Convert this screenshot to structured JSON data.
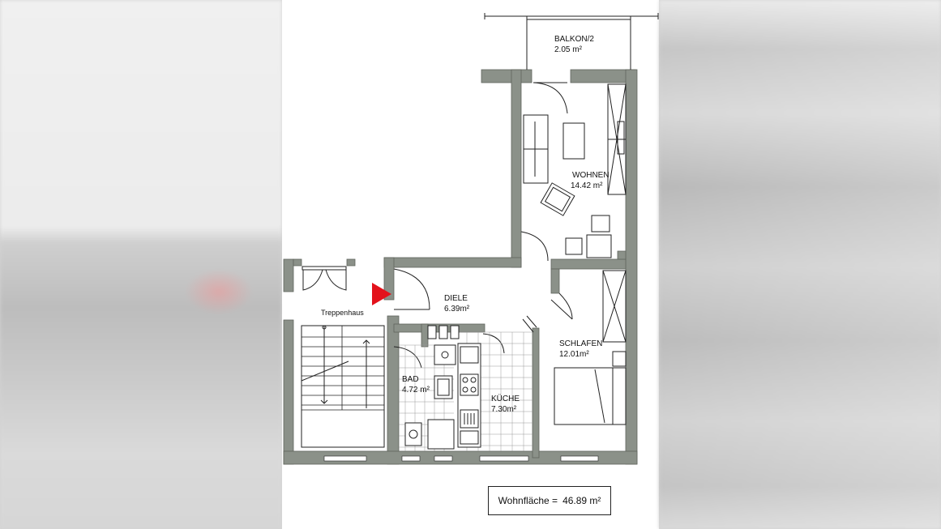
{
  "rooms": {
    "balkon": {
      "name": "BALKON/2",
      "area": "2.05  m²"
    },
    "wohnen": {
      "name": "WOHNEN",
      "area": "14.42  m²"
    },
    "diele": {
      "name": "DIELE",
      "area": "6.39m²"
    },
    "schlafen": {
      "name": "SCHLAFEN",
      "area": "12.01m²"
    },
    "bad": {
      "name": "BAD",
      "area": "4.72  m²"
    },
    "kueche": {
      "name": "KÜCHE",
      "area": "7.30m²"
    },
    "treppenhaus": {
      "name": "Treppenhaus"
    }
  },
  "summary": {
    "label": "Wohnfläche  =",
    "value": "46.89  m²"
  },
  "colors": {
    "wall": "#8b9189",
    "entry_marker": "#e3121b",
    "line": "#222222"
  }
}
